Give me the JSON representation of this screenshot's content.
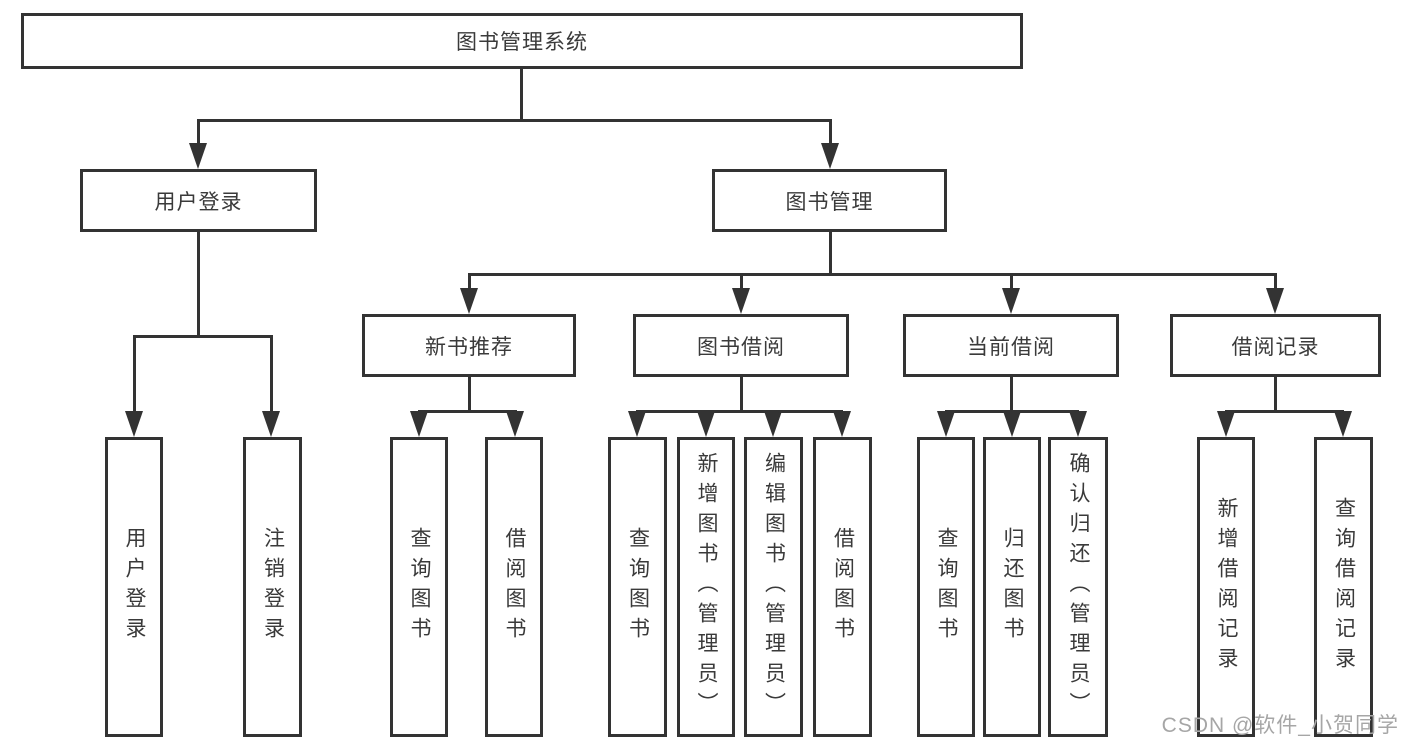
{
  "nodes": {
    "root": "图书管理系统",
    "level2": [
      "用户登录",
      "图书管理"
    ],
    "level3": [
      "新书推荐",
      "图书借阅",
      "当前借阅",
      "借阅记录"
    ],
    "leaves": {
      "user_login": [
        "用户登录",
        "注销登录"
      ],
      "new_book": [
        "查询图书",
        "借阅图书"
      ],
      "book_borrow": [
        "查询图书",
        "新增图书（管理员）",
        "编辑图书（管理员）",
        "借阅图书"
      ],
      "current_borrow": [
        "查询图书",
        "归还图书",
        "确认归还（管理员）"
      ],
      "borrow_record": [
        "新增借阅记录",
        "查询借阅记录"
      ]
    }
  },
  "watermark": "CSDN @软件_小贺同学",
  "colors": {
    "line": "#333333",
    "text": "#3a3a3a",
    "watermark": "#a6a6a6",
    "background": "#ffffff"
  }
}
